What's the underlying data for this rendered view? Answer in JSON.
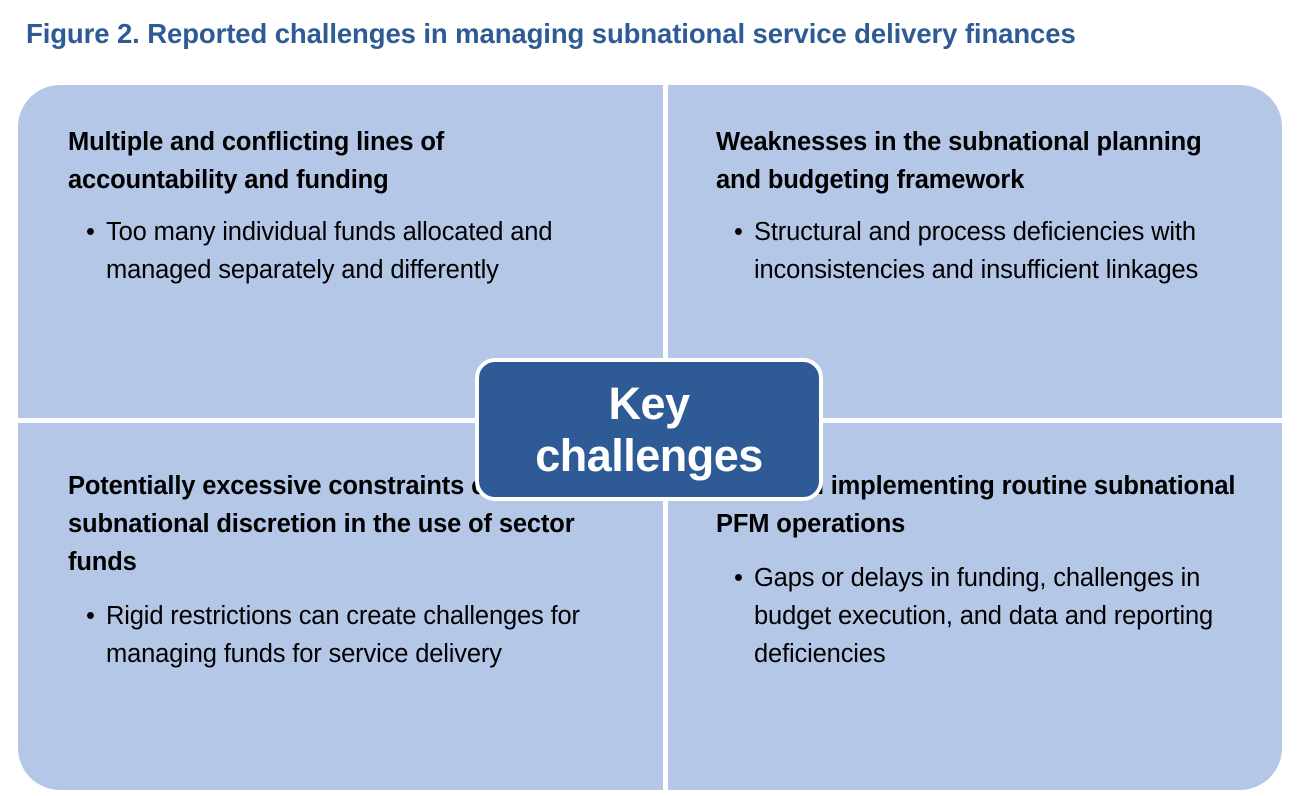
{
  "figure": {
    "title": "Figure 2. Reported challenges in managing subnational service delivery finances",
    "title_color": "#2E5B96",
    "panel_background_color": "#B4C7E7",
    "divider_color": "#FFFFFF"
  },
  "center": {
    "label": "Key\nchallenges",
    "background_color": "#2E5B96",
    "text_color": "#FFFFFF",
    "border_color": "#FFFFFF"
  },
  "quadrants": {
    "top_left": {
      "heading": "Multiple and conflicting lines of accountability and funding",
      "bullets": [
        "Too many individual funds allocated and managed separately and differently"
      ]
    },
    "top_right": {
      "heading": "Weaknesses in the subnational planning and budgeting framework",
      "bullets": [
        "Structural and process deficiencies with inconsistencies and insufficient linkages"
      ]
    },
    "bottom_left": {
      "heading": "Potentially excessive constraints on subnational discretion in the use of sector funds",
      "bullets": [
        "Rigid restrictions can create challenges for managing funds for service delivery"
      ]
    },
    "bottom_right": {
      "heading": "Issues in implementing routine subnational PFM operations",
      "bullets": [
        "Gaps or delays in funding, challenges in budget execution, and data and reporting deficiencies"
      ]
    }
  },
  "bullet_glyph": "•"
}
